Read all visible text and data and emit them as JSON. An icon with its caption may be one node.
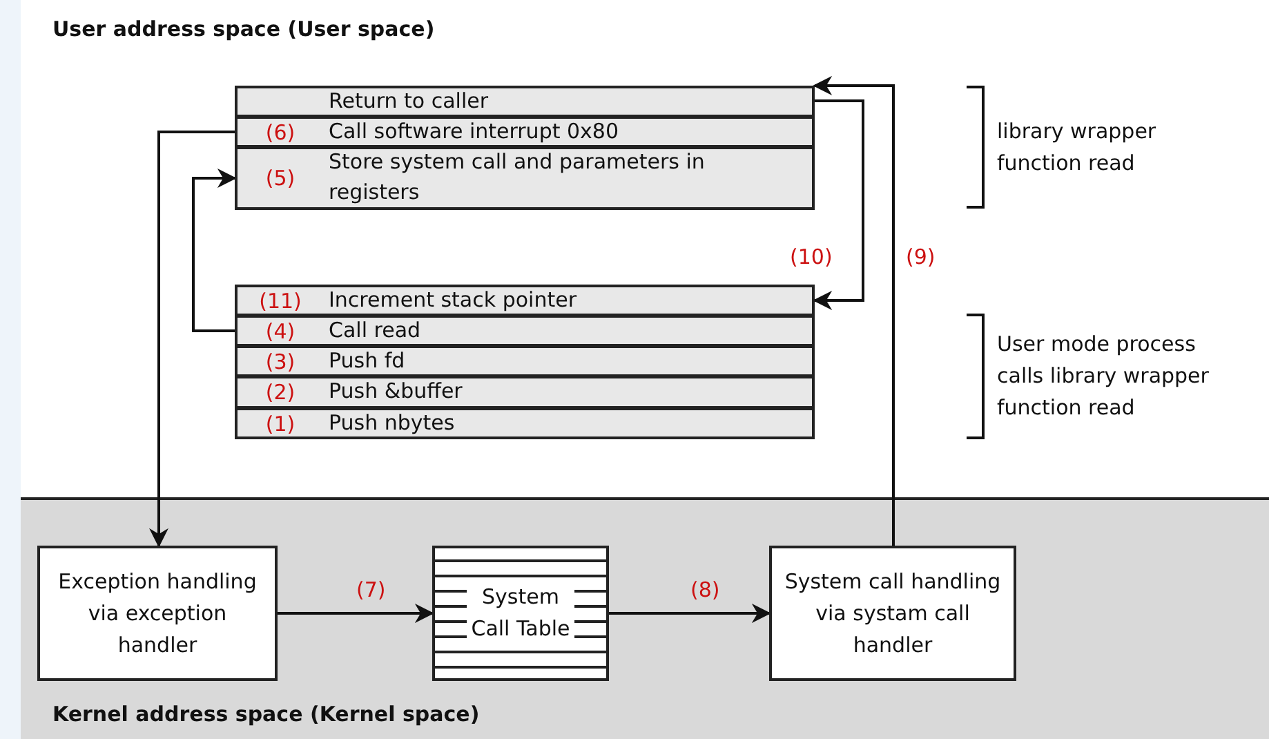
{
  "diagram": {
    "nodes": [
      {
        "text": [
          "User address space (User space)"
        ]
      },
      {
        "text": [
          "Kernel address space (Kernel space)"
        ]
      },
      {
        "text": [
          "Return to caller"
        ],
        "in": 0
      },
      {
        "text": [
          "(6)",
          "Call software interrupt 0x80"
        ],
        "in": 0
      },
      {
        "text": [
          "(5)",
          "Store system call and parameters in registers"
        ],
        "in": 0
      },
      {
        "text": [
          "(11)",
          "Increment stack pointer"
        ],
        "in": 0
      },
      {
        "text": [
          "(4)",
          "Call read"
        ],
        "in": 0
      },
      {
        "text": [
          "(3)",
          "Push fd"
        ],
        "in": 0
      },
      {
        "text": [
          "(2)",
          "Push &buffer"
        ],
        "in": 0
      },
      {
        "text": [
          "(1)",
          "Push nbytes"
        ],
        "in": 0
      },
      {
        "text": [
          "Exception handling via exception handler"
        ],
        "in": 1
      },
      {
        "text": [
          "System Call Table"
        ],
        "in": 1
      },
      {
        "text": [
          "System call handling via systam call handler"
        ],
        "in": 1
      }
    ],
    "edges": [
      {
        "from": 6,
        "to": 4,
        "arrow": "to"
      },
      {
        "from": 3,
        "to": 10,
        "arrow": "to"
      },
      {
        "from": 10,
        "to": 11,
        "arrow": "to",
        "label": "(7)"
      },
      {
        "from": 11,
        "to": 12,
        "arrow": "to",
        "label": "(8)"
      },
      {
        "from": 12,
        "to": 2,
        "arrow": "to",
        "label": "(9)"
      },
      {
        "from": 2,
        "to": 5,
        "arrow": "to",
        "label": "(10)"
      }
    ],
    "labels": [
      "library wrapper function read",
      "User mode process calls library wrapper function read"
    ]
  }
}
